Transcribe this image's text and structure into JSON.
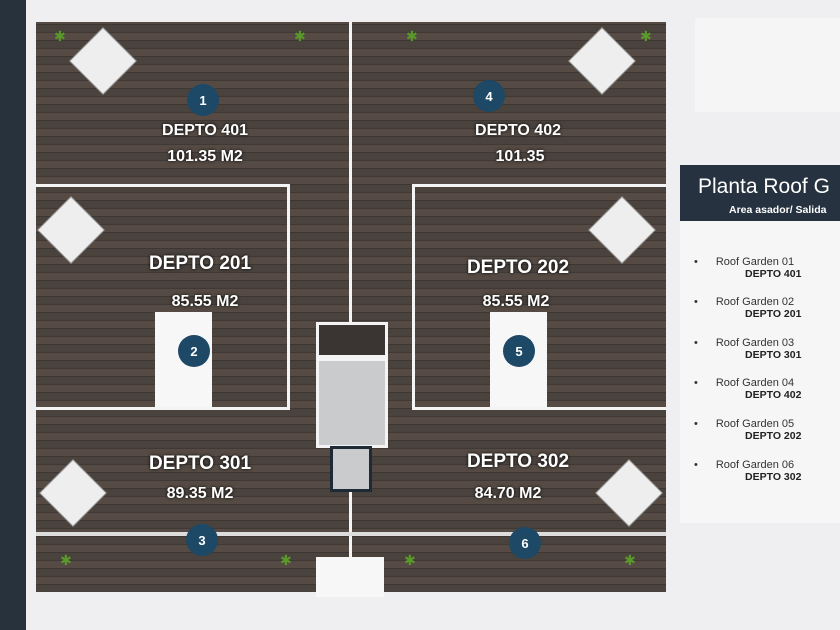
{
  "units": [
    {
      "id": "401",
      "name": "DEPTO 401",
      "area": "101.35 M2",
      "badge": "1"
    },
    {
      "id": "402",
      "name": "DEPTO 402",
      "area": "101.35",
      "badge": "4"
    },
    {
      "id": "201",
      "name": "DEPTO 201",
      "area": "85.55 M2",
      "badge": "2"
    },
    {
      "id": "202",
      "name": "DEPTO 202",
      "area": "85.55 M2",
      "badge": "5"
    },
    {
      "id": "301",
      "name": "DEPTO 301",
      "area": "89.35 M2",
      "badge": "3"
    },
    {
      "id": "302",
      "name": "DEPTO 302",
      "area": "84.70 M2",
      "badge": "6"
    }
  ],
  "panel": {
    "title": "Planta Roof G",
    "subtitle": "Area asador/ Salida",
    "items": [
      {
        "name": "Roof Garden 01",
        "unit": "DEPTO 401"
      },
      {
        "name": "Roof Garden 02",
        "unit": "DEPTO 201"
      },
      {
        "name": "Roof Garden 03",
        "unit": "DEPTO 301"
      },
      {
        "name": "Roof Garden 04",
        "unit": "DEPTO 402"
      },
      {
        "name": "Roof Garden 05",
        "unit": "DEPTO 202"
      },
      {
        "name": "Roof Garden 06",
        "unit": "DEPTO 302"
      }
    ]
  },
  "colors": {
    "badge": "#1d4866",
    "header": "#26323f",
    "sidebar": "#27323d"
  }
}
